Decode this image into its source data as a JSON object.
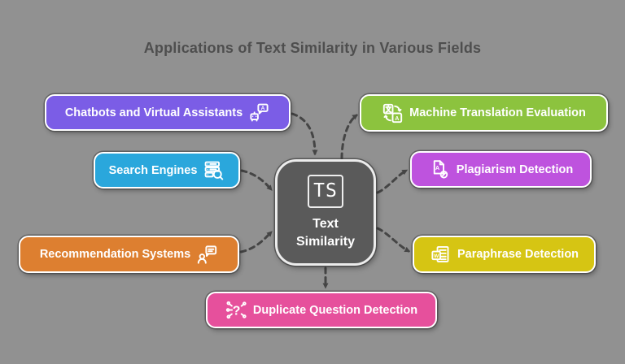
{
  "title": "Applications of Text Similarity in Various Fields",
  "center": {
    "abbrev": "TS",
    "label_lines": [
      "Text",
      "Similarity"
    ],
    "color": "#5a5a5a"
  },
  "nodes": [
    {
      "id": "chatbots",
      "label": "Chatbots and Virtual Assistants",
      "color": "#7b5de6",
      "icon": "chatbot-icon",
      "position": "left"
    },
    {
      "id": "search-engines",
      "label": "Search Engines",
      "color": "#2aa7dc",
      "icon": "database-search-icon",
      "position": "left"
    },
    {
      "id": "recommendation-systems",
      "label": "Recommendation Systems",
      "color": "#dd7f30",
      "icon": "person-chat-icon",
      "position": "left"
    },
    {
      "id": "machine-translation-evaluation",
      "label": "Machine Translation Evaluation",
      "color": "#8cc33e",
      "icon": "translation-icon",
      "position": "right"
    },
    {
      "id": "plagiarism-detection",
      "label": "Plagiarism Detection",
      "color": "#be53de",
      "icon": "document-ban-icon",
      "position": "right"
    },
    {
      "id": "paraphrase-detection",
      "label": "Paraphrase Detection",
      "color": "#d6c513",
      "icon": "word-document-icon",
      "position": "right"
    },
    {
      "id": "duplicate-question-detection",
      "label": "Duplicate Question Detection",
      "color": "#e6509c",
      "icon": "question-network-icon",
      "position": "bottom"
    }
  ],
  "colors": {
    "background": "#919191",
    "title_text": "#4e4e4e",
    "connector": "#454545",
    "node_text": "#ffffff",
    "node_border": "#ffffff",
    "center_border": "#ececec"
  }
}
